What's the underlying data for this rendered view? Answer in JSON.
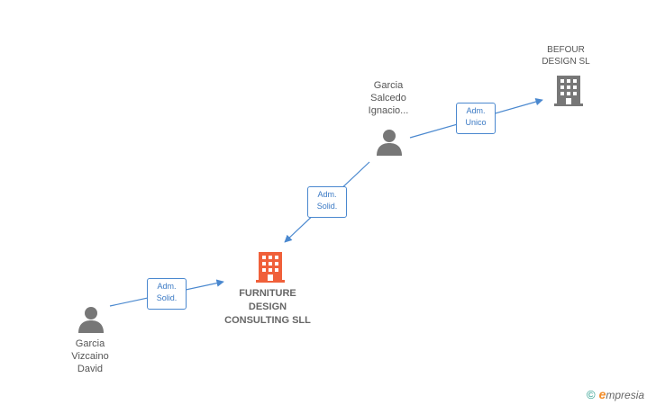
{
  "nodes": {
    "person_salcedo": {
      "type": "person",
      "label_lines": [
        "Garcia",
        "Salcedo",
        "Ignacio..."
      ]
    },
    "person_vizcaino": {
      "type": "person",
      "label_lines": [
        "Garcia",
        "Vizcaino",
        "David"
      ]
    },
    "company_furniture": {
      "type": "company",
      "highlighted": true,
      "label_lines": [
        "FURNITURE",
        "DESIGN",
        "CONSULTING SLL"
      ]
    },
    "company_befour": {
      "type": "company",
      "highlighted": false,
      "label_lines": [
        "BEFOUR",
        "DESIGN SL"
      ]
    }
  },
  "edges": [
    {
      "from": "person_salcedo",
      "to": "company_befour",
      "label_lines": [
        "Adm.",
        "Unico"
      ]
    },
    {
      "from": "person_salcedo",
      "to": "company_furniture",
      "label_lines": [
        "Adm.",
        "Solid."
      ]
    },
    {
      "from": "person_vizcaino",
      "to": "company_furniture",
      "label_lines": [
        "Adm.",
        "Solid."
      ]
    }
  ],
  "colors": {
    "edge": "#4a88cf",
    "person_icon": "#777777",
    "company_icon": "#777777",
    "company_highlight": "#f0603a"
  },
  "footer": {
    "copyright_symbol": "©",
    "brand_initial": "e",
    "brand_rest": "mpresia"
  }
}
